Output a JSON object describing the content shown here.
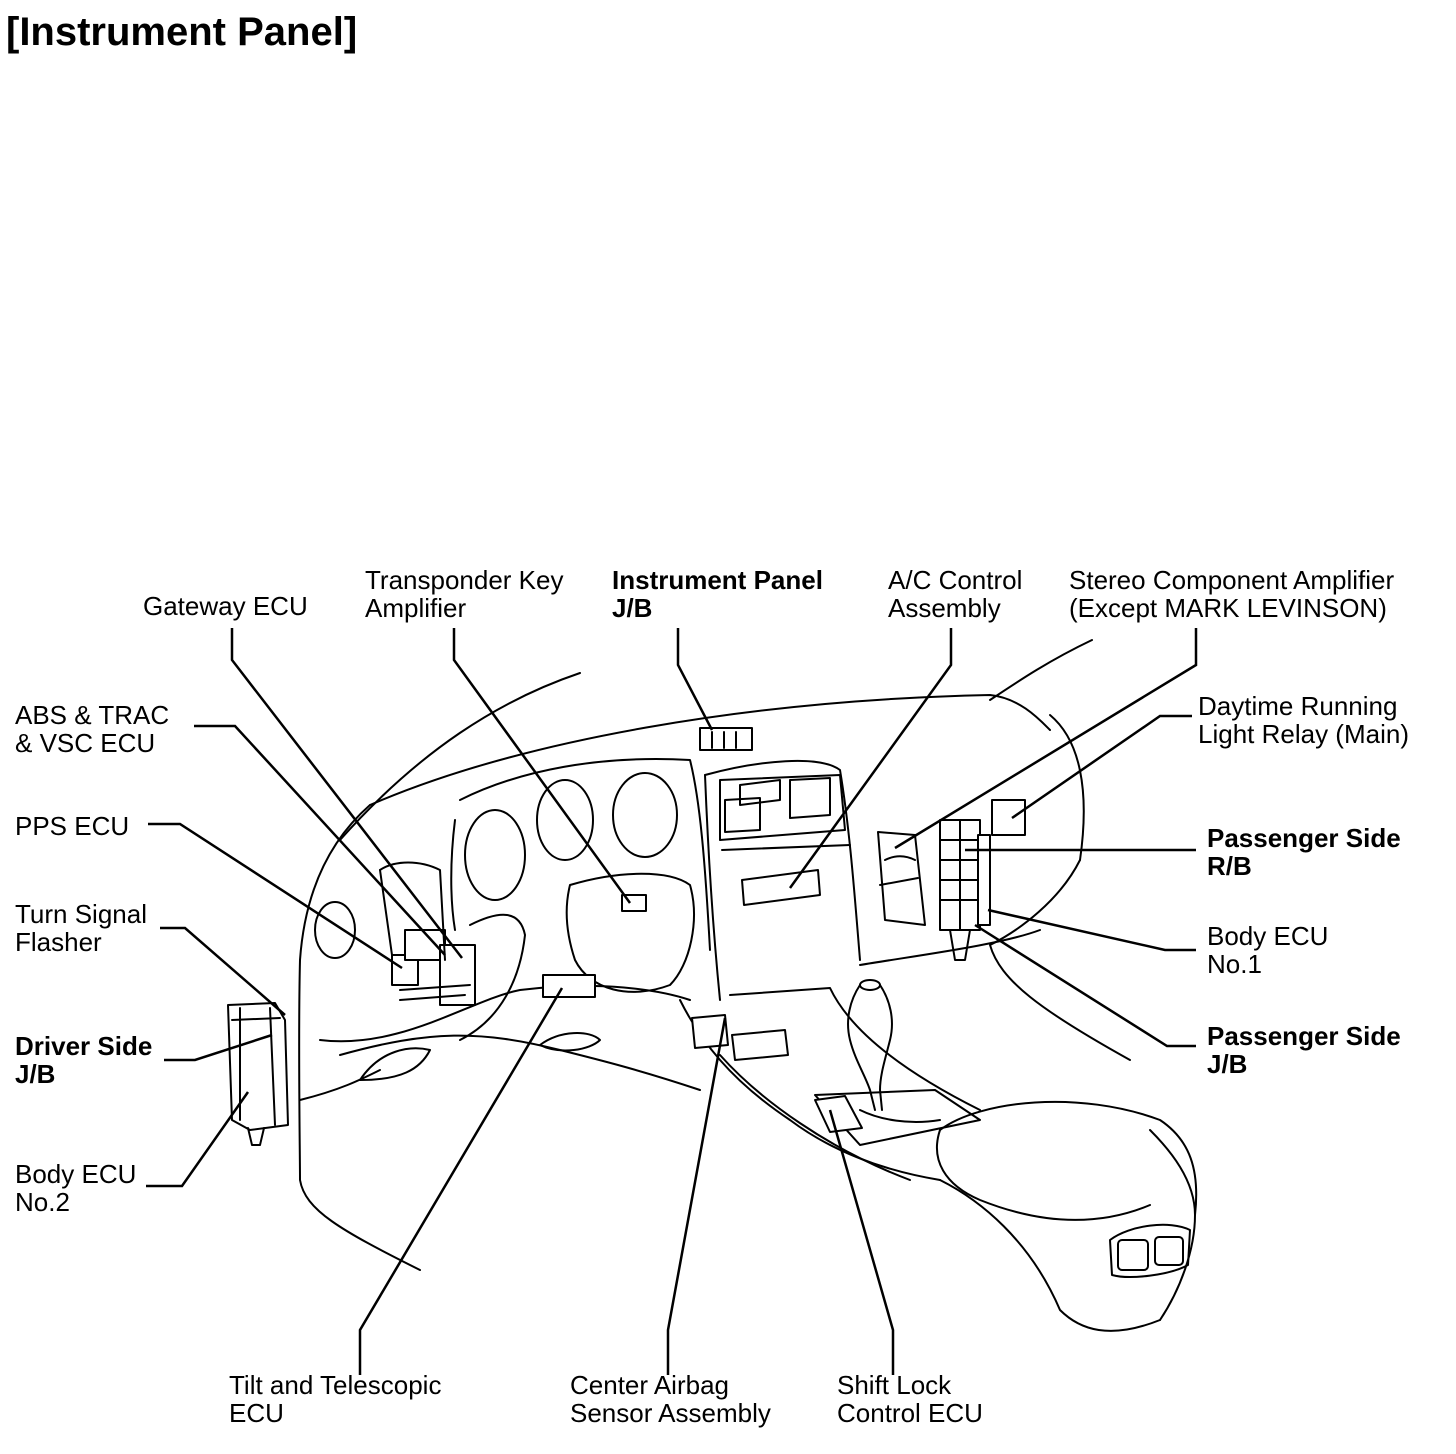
{
  "title": "[Instrument Panel]",
  "labels": {
    "gateway_ecu": [
      "Gateway ECU"
    ],
    "transponder": [
      "Transponder Key",
      "Amplifier"
    ],
    "instrument_jb": [
      "Instrument Panel",
      "J/B"
    ],
    "ac_control": [
      "A/C Control",
      "Assembly"
    ],
    "stereo_amp": [
      "Stereo Component Amplifier",
      "(Except MARK LEVINSON)"
    ],
    "drl_relay": [
      "Daytime Running",
      "Light Relay (Main)"
    ],
    "abs_ecu": [
      "ABS & TRAC",
      "& VSC ECU"
    ],
    "pps_ecu": [
      "PPS ECU"
    ],
    "turn_flasher": [
      "Turn Signal",
      "Flasher"
    ],
    "driver_jb": [
      "Driver Side",
      "J/B"
    ],
    "body_ecu2": [
      "Body ECU",
      "No.2"
    ],
    "pass_rb": [
      "Passenger Side",
      "R/B"
    ],
    "body_ecu1": [
      "Body ECU",
      "No.1"
    ],
    "pass_jb": [
      "Passenger Side",
      "J/B"
    ],
    "tilt_ecu": [
      "Tilt and Telescopic",
      "ECU"
    ],
    "airbag": [
      "Center Airbag",
      "Sensor Assembly"
    ],
    "shift_lock": [
      "Shift Lock",
      "Control ECU"
    ]
  }
}
